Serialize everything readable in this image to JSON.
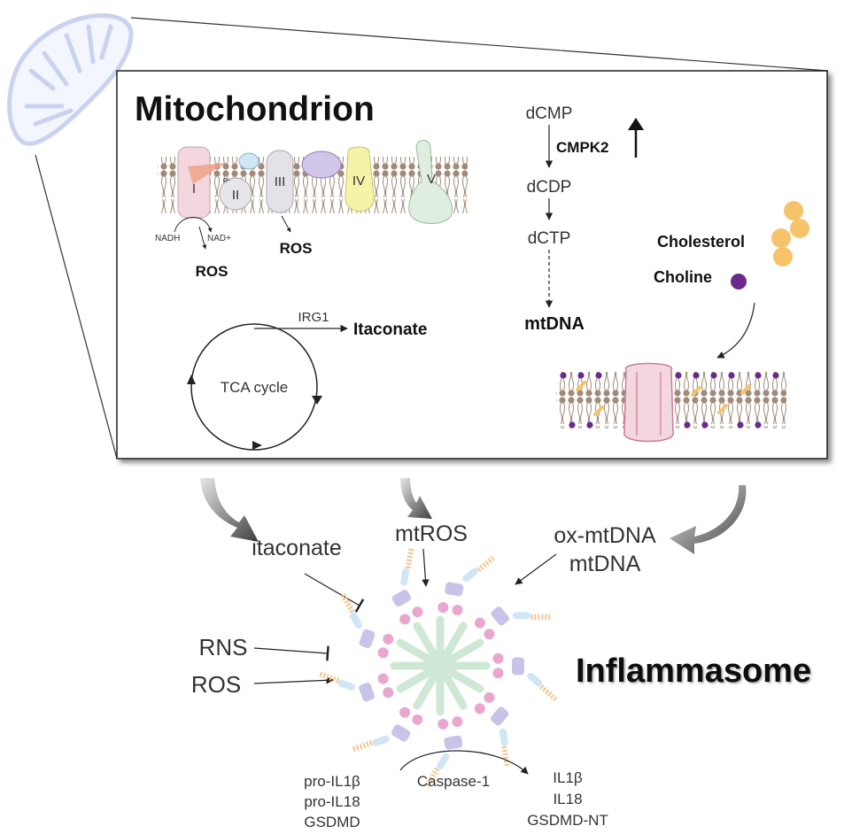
{
  "mitochondrion_panel": {
    "title": "Mitochondrion",
    "etc": {
      "complexes": [
        "I",
        "II",
        "III",
        "IV",
        "V"
      ],
      "electron_label": "e-",
      "nadh": "NADH",
      "nad_plus": "NAD+",
      "ros_complex_i": "ROS",
      "ros_complex_iii": "ROS"
    },
    "tca": {
      "cycle_label": "TCA cycle",
      "enzyme": "IRG1",
      "product": "Itaconate"
    },
    "nucleotide_pathway": {
      "steps": [
        "dCMP",
        "dCDP",
        "dCTP"
      ],
      "enzyme": "CMPK2",
      "enzyme_regulation": "up",
      "product": "mtDNA"
    },
    "lipids": {
      "cholesterol": "Cholesterol",
      "choline": "Choline"
    }
  },
  "inflammasome_panel": {
    "title": "Inflammasome",
    "activators": {
      "mtros": "mtROS",
      "ox_mtdna": "ox-mtDNA",
      "mtdna": "mtDNA",
      "ros": "ROS"
    },
    "inhibitors": {
      "itaconate": "itaconate",
      "rns": "RNS"
    },
    "cleavage": {
      "enzyme": "Caspase-1",
      "substrates": [
        "pro-IL1β",
        "pro-IL18",
        "GSDMD"
      ],
      "products": [
        "IL1β",
        "IL18",
        "GSDMD-NT"
      ]
    }
  },
  "colors": {
    "mito_outline": "#c9d3f0",
    "membrane_head": "#a08a78",
    "complex_i": "#f3d6de",
    "complex_iv": "#f5f3a8",
    "complex_v": "#dfeee0",
    "cholesterol": "#f7c36a",
    "choline": "#6a2a8c",
    "nlrp_core": "#cfe8d6",
    "asc_pink": "#e9a7d0",
    "nacht_purple": "#c8c4e8",
    "pyd_blue": "#cfe6f5",
    "lrr_orange": "#f6c48e"
  }
}
